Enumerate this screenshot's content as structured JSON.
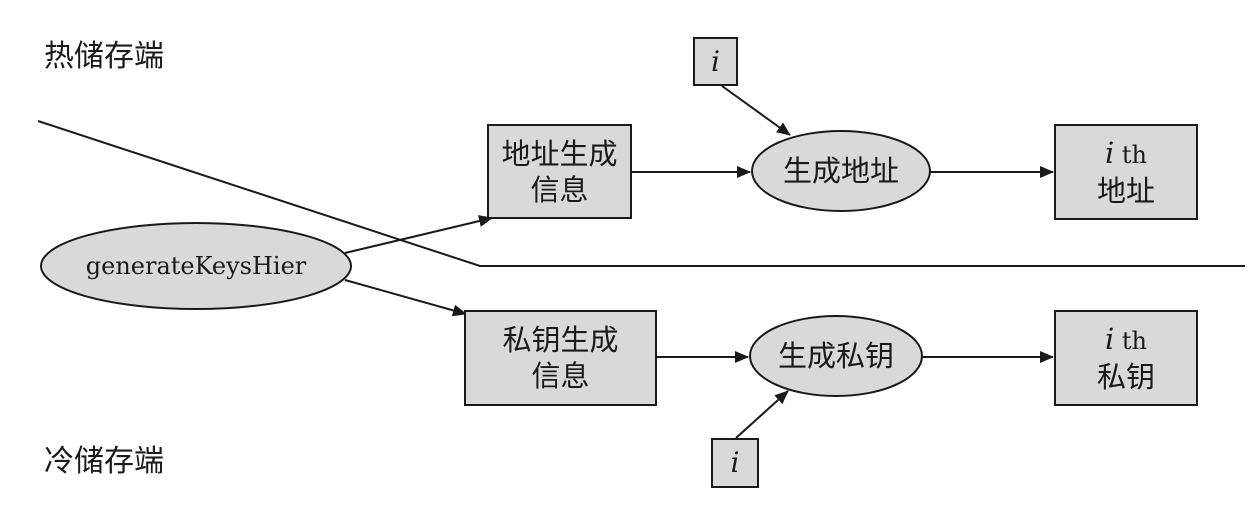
{
  "regions": {
    "hot": "热储存端",
    "cold": "冷储存端"
  },
  "nodes": {
    "root": "generateKeysHier",
    "addr_info": [
      "地址生成",
      "信息"
    ],
    "priv_info": [
      "私钥生成",
      "信息"
    ],
    "gen_addr": "生成地址",
    "gen_priv": "生成私钥",
    "index_top": "i",
    "index_bottom": "i",
    "out_addr": {
      "index": "i",
      "suffix": " th",
      "label": "地址"
    },
    "out_priv": {
      "index": "i",
      "suffix": " th",
      "label": "私钥"
    }
  },
  "colors": {
    "fill": "#d9d9d9",
    "stroke": "#1a1a1a"
  }
}
